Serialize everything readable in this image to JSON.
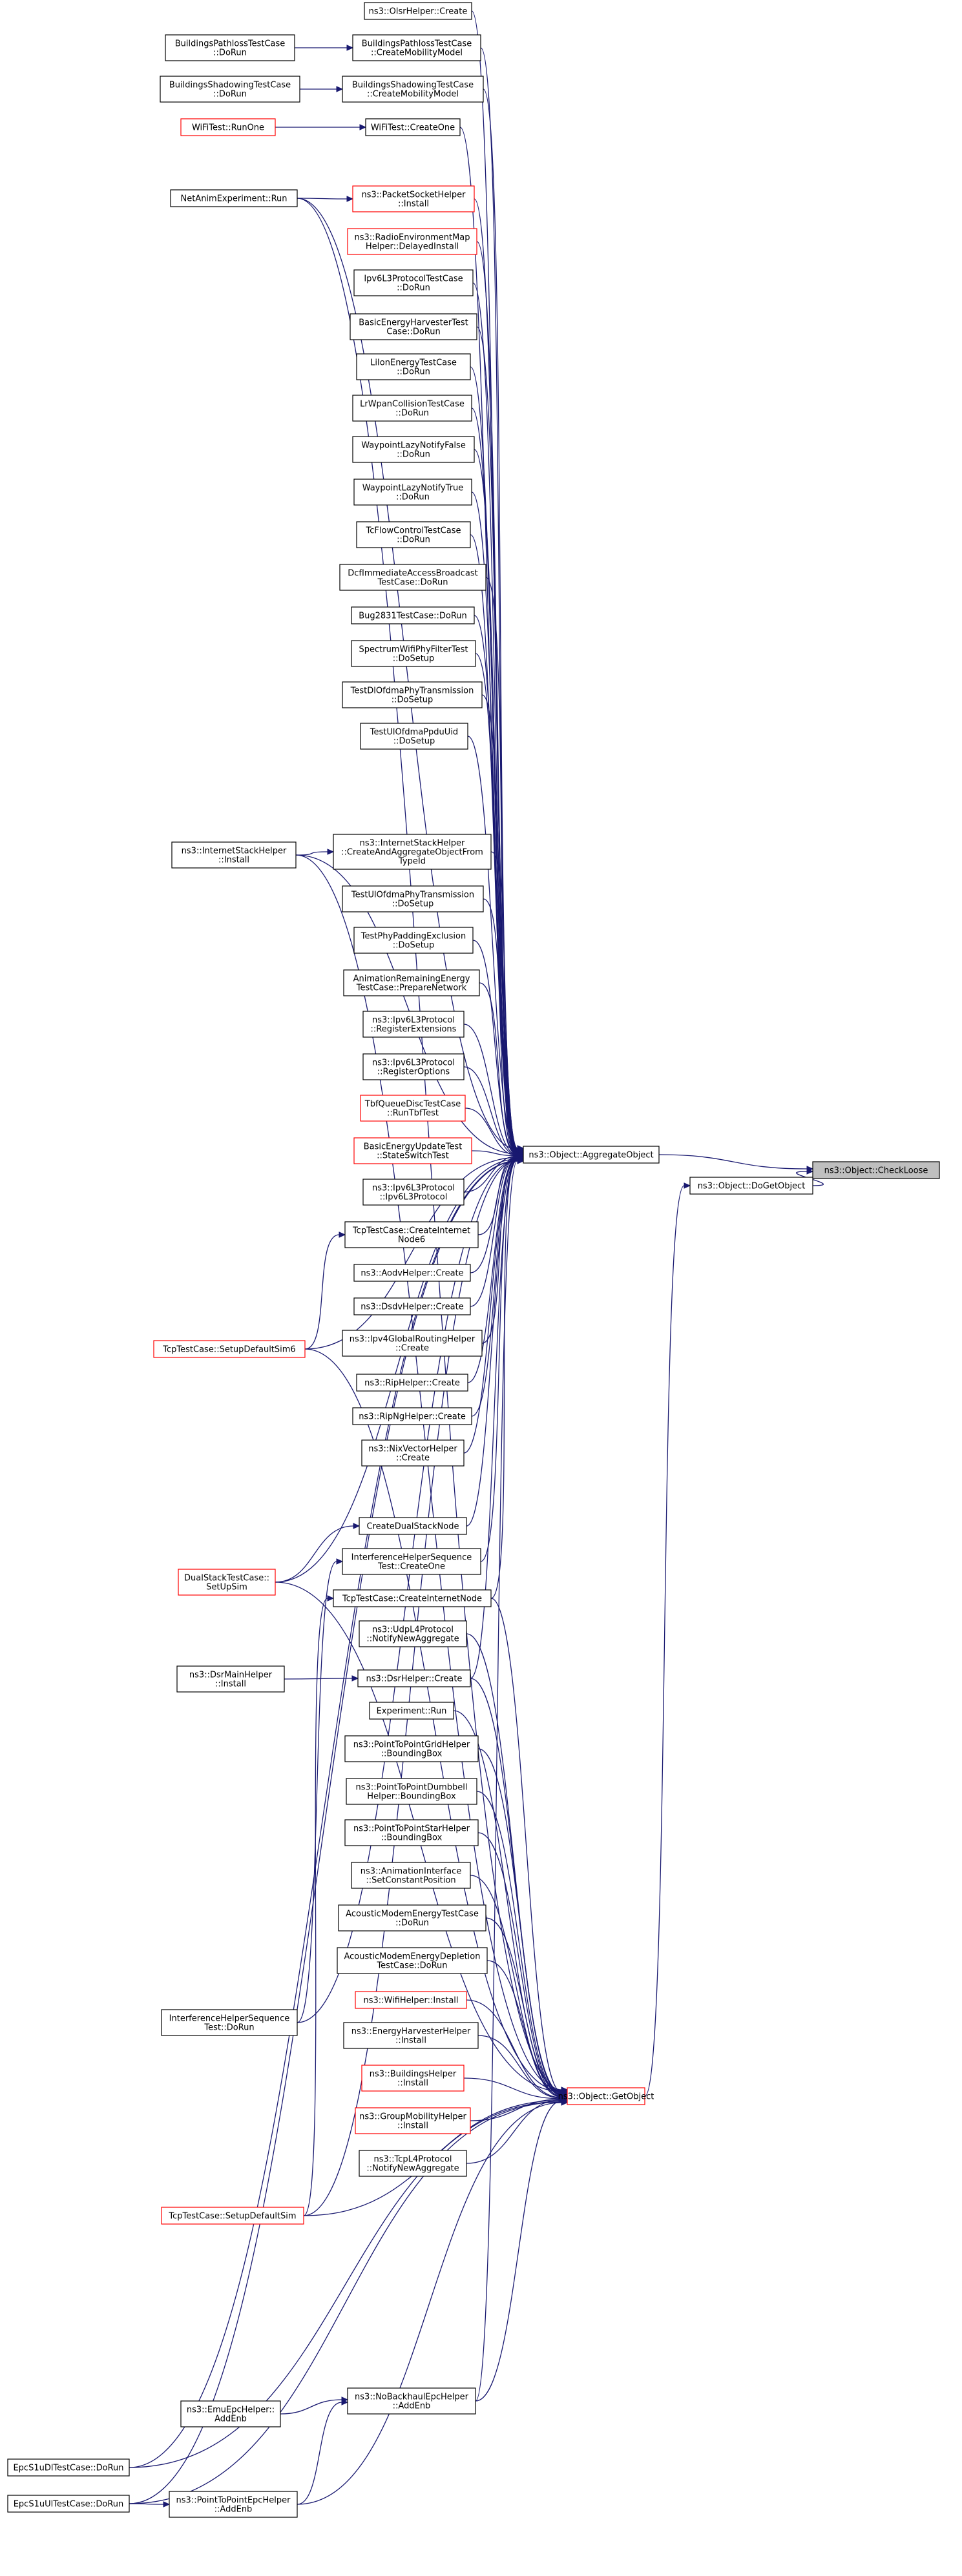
{
  "title": "ns3::Object::CheckLoose",
  "nodes": [
    {
      "id": "checkloose",
      "label": [
        "ns3::Object::CheckLoose"
      ],
      "style": "focus"
    },
    {
      "id": "dogetobject",
      "label": [
        "ns3::Object::DoGetObject"
      ],
      "style": "normal"
    },
    {
      "id": "aggregate",
      "label": [
        "ns3::Object::AggregateObject"
      ],
      "style": "normal"
    },
    {
      "id": "getobject",
      "label": [
        "ns3::Object::GetObject"
      ],
      "style": "red"
    },
    {
      "id": "olsr",
      "label": [
        "ns3::OlsrHelper::Create"
      ],
      "style": "normal"
    },
    {
      "id": "bpl_cmm",
      "label": [
        "BuildingsPathlossTestCase",
        "::CreateMobilityModel"
      ],
      "style": "normal"
    },
    {
      "id": "bpl_dorun",
      "label": [
        "BuildingsPathlossTestCase",
        "::DoRun"
      ],
      "style": "normal"
    },
    {
      "id": "bsh_cmm",
      "label": [
        "BuildingsShadowingTestCase",
        "::CreateMobilityModel"
      ],
      "style": "normal"
    },
    {
      "id": "bsh_dorun",
      "label": [
        "BuildingsShadowingTestCase",
        "::DoRun"
      ],
      "style": "normal"
    },
    {
      "id": "wifi_createone",
      "label": [
        "WiFiTest::CreateOne"
      ],
      "style": "normal"
    },
    {
      "id": "wifi_runone",
      "label": [
        "WiFiTest::RunOne"
      ],
      "style": "red"
    },
    {
      "id": "netanim",
      "label": [
        "NetAnimExperiment::Run"
      ],
      "style": "normal"
    },
    {
      "id": "packetsocket",
      "label": [
        "ns3::PacketSocketHelper",
        "::Install"
      ],
      "style": "red"
    },
    {
      "id": "radioenv",
      "label": [
        "ns3::RadioEnvironmentMap",
        "Helper::DelayedInstall"
      ],
      "style": "red"
    },
    {
      "id": "ipv6l3test",
      "label": [
        "Ipv6L3ProtocolTestCase",
        "::DoRun"
      ],
      "style": "normal"
    },
    {
      "id": "basicharv",
      "label": [
        "BasicEnergyHarvesterTest",
        "Case::DoRun"
      ],
      "style": "normal"
    },
    {
      "id": "liion",
      "label": [
        "LiIonEnergyTestCase",
        "::DoRun"
      ],
      "style": "normal"
    },
    {
      "id": "lrwpan",
      "label": [
        "LrWpanCollisionTestCase",
        "::DoRun"
      ],
      "style": "normal"
    },
    {
      "id": "waylazyfalse",
      "label": [
        "WaypointLazyNotifyFalse",
        "::DoRun"
      ],
      "style": "normal"
    },
    {
      "id": "waylazytrue",
      "label": [
        "WaypointLazyNotifyTrue",
        "::DoRun"
      ],
      "style": "normal"
    },
    {
      "id": "tcflow",
      "label": [
        "TcFlowControlTestCase",
        "::DoRun"
      ],
      "style": "normal"
    },
    {
      "id": "dcfimm",
      "label": [
        "DcfImmediateAccessBroadcast",
        "TestCase::DoRun"
      ],
      "style": "normal"
    },
    {
      "id": "bug2831",
      "label": [
        "Bug2831TestCase::DoRun"
      ],
      "style": "normal"
    },
    {
      "id": "spectrumwifi",
      "label": [
        "SpectrumWifiPhyFilterTest",
        "::DoSetup"
      ],
      "style": "normal"
    },
    {
      "id": "testdlofdma",
      "label": [
        "TestDlOfdmaPhyTransmission",
        "::DoSetup"
      ],
      "style": "normal"
    },
    {
      "id": "testulofdmappdu",
      "label": [
        "TestUlOfdmaPpduUid",
        "::DoSetup"
      ],
      "style": "normal"
    },
    {
      "id": "inetstack",
      "label": [
        "ns3::InternetStackHelper",
        "::Install"
      ],
      "style": "normal"
    },
    {
      "id": "inetstack_create",
      "label": [
        "ns3::InternetStackHelper",
        "::CreateAndAggregateObjectFrom",
        "TypeId"
      ],
      "style": "normal"
    },
    {
      "id": "testulofdmaphy",
      "label": [
        "TestUlOfdmaPhyTransmission",
        "::DoSetup"
      ],
      "style": "normal"
    },
    {
      "id": "testphypad",
      "label": [
        "TestPhyPaddingExclusion",
        "::DoSetup"
      ],
      "style": "normal"
    },
    {
      "id": "animremain",
      "label": [
        "AnimationRemainingEnergy",
        "TestCase::PrepareNetwork"
      ],
      "style": "normal"
    },
    {
      "id": "ipv6regext",
      "label": [
        "ns3::Ipv6L3Protocol",
        "::RegisterExtensions"
      ],
      "style": "normal"
    },
    {
      "id": "ipv6regopt",
      "label": [
        "ns3::Ipv6L3Protocol",
        "::RegisterOptions"
      ],
      "style": "normal"
    },
    {
      "id": "tbfqueue",
      "label": [
        "TbfQueueDiscTestCase",
        "::RunTbfTest"
      ],
      "style": "red"
    },
    {
      "id": "basicenergyupd",
      "label": [
        "BasicEnergyUpdateTest",
        "::StateSwitchTest"
      ],
      "style": "red"
    },
    {
      "id": "ipv6ctor",
      "label": [
        "ns3::Ipv6L3Protocol",
        "::Ipv6L3Protocol"
      ],
      "style": "normal"
    },
    {
      "id": "tcp_createinet6",
      "label": [
        "TcpTestCase::CreateInternet",
        "Node6"
      ],
      "style": "normal"
    },
    {
      "id": "tcp_setupdefault6",
      "label": [
        "TcpTestCase::SetupDefaultSim6"
      ],
      "style": "red"
    },
    {
      "id": "aodv",
      "label": [
        "ns3::AodvHelper::Create"
      ],
      "style": "normal"
    },
    {
      "id": "dsdv",
      "label": [
        "ns3::DsdvHelper::Create"
      ],
      "style": "normal"
    },
    {
      "id": "ipv4global",
      "label": [
        "ns3::Ipv4GlobalRoutingHelper",
        "::Create"
      ],
      "style": "normal"
    },
    {
      "id": "rip",
      "label": [
        "ns3::RipHelper::Create"
      ],
      "style": "normal"
    },
    {
      "id": "ripng",
      "label": [
        "ns3::RipNgHelper::Create"
      ],
      "style": "normal"
    },
    {
      "id": "nixvector",
      "label": [
        "ns3::NixVectorHelper",
        "::Create"
      ],
      "style": "normal"
    },
    {
      "id": "createdualstack",
      "label": [
        "CreateDualStackNode"
      ],
      "style": "normal"
    },
    {
      "id": "dualstack_setup",
      "label": [
        "DualStackTestCase::",
        "SetUpSim"
      ],
      "style": "red"
    },
    {
      "id": "interfseq_createone",
      "label": [
        "InterferenceHelperSequence",
        "Test::CreateOne"
      ],
      "style": "normal"
    },
    {
      "id": "tcp_createinet",
      "label": [
        "TcpTestCase::CreateInternetNode"
      ],
      "style": "normal"
    },
    {
      "id": "udpl4",
      "label": [
        "ns3::UdpL4Protocol",
        "::NotifyNewAggregate"
      ],
      "style": "normal"
    },
    {
      "id": "dsrmain",
      "label": [
        "ns3::DsrMainHelper",
        "::Install"
      ],
      "style": "normal"
    },
    {
      "id": "dsrhelper",
      "label": [
        "ns3::DsrHelper::Create"
      ],
      "style": "normal"
    },
    {
      "id": "experiment",
      "label": [
        "Experiment::Run"
      ],
      "style": "normal"
    },
    {
      "id": "p2pgrid",
      "label": [
        "ns3::PointToPointGridHelper",
        "::BoundingBox"
      ],
      "style": "normal"
    },
    {
      "id": "p2pdumbbell",
      "label": [
        "ns3::PointToPointDumbbell",
        "Helper::BoundingBox"
      ],
      "style": "normal"
    },
    {
      "id": "p2pstar",
      "label": [
        "ns3::PointToPointStarHelper",
        "::BoundingBox"
      ],
      "style": "normal"
    },
    {
      "id": "animiface",
      "label": [
        "ns3::AnimationInterface",
        "::SetConstantPosition"
      ],
      "style": "normal"
    },
    {
      "id": "acousticenergy",
      "label": [
        "AcousticModemEnergyTestCase",
        "::DoRun"
      ],
      "style": "normal"
    },
    {
      "id": "acousticdepletion",
      "label": [
        "AcousticModemEnergyDepletion",
        "TestCase::DoRun"
      ],
      "style": "normal"
    },
    {
      "id": "wifihelper",
      "label": [
        "ns3::WifiHelper::Install"
      ],
      "style": "red"
    },
    {
      "id": "energyharv",
      "label": [
        "ns3::EnergyHarvesterHelper",
        "::Install"
      ],
      "style": "normal"
    },
    {
      "id": "interfseq_dorun",
      "label": [
        "InterferenceHelperSequence",
        "Test::DoRun"
      ],
      "style": "normal"
    },
    {
      "id": "buildingshelper",
      "label": [
        "ns3::BuildingsHelper",
        "::Install"
      ],
      "style": "red"
    },
    {
      "id": "groupmobility",
      "label": [
        "ns3::GroupMobilityHelper",
        "::Install"
      ],
      "style": "red"
    },
    {
      "id": "tcpl4",
      "label": [
        "ns3::TcpL4Protocol",
        "::NotifyNewAggregate"
      ],
      "style": "normal"
    },
    {
      "id": "tcp_setupdefault",
      "label": [
        "TcpTestCase::SetupDefaultSim"
      ],
      "style": "red"
    },
    {
      "id": "emuepc",
      "label": [
        "ns3::EmuEpcHelper::",
        "AddEnb"
      ],
      "style": "normal"
    },
    {
      "id": "nobackhaul",
      "label": [
        "ns3::NoBackhaulEpcHelper",
        "::AddEnb"
      ],
      "style": "normal"
    },
    {
      "id": "epcs1udl",
      "label": [
        "EpcS1uDlTestCase::DoRun"
      ],
      "style": "normal"
    },
    {
      "id": "epcs1uul",
      "label": [
        "EpcS1uUlTestCase::DoRun"
      ],
      "style": "normal"
    },
    {
      "id": "p2pepc",
      "label": [
        "ns3::PointToPointEpcHelper",
        "::AddEnb"
      ],
      "style": "normal"
    }
  ],
  "edges": [
    [
      "dogetobject",
      "checkloose"
    ],
    [
      "aggregate",
      "checkloose"
    ],
    [
      "getobject",
      "dogetobject"
    ],
    [
      "olsr",
      "aggregate"
    ],
    [
      "bpl_cmm",
      "aggregate"
    ],
    [
      "bsh_cmm",
      "aggregate"
    ],
    [
      "wifi_createone",
      "aggregate"
    ],
    [
      "netanim",
      "aggregate"
    ],
    [
      "packetsocket",
      "aggregate"
    ],
    [
      "radioenv",
      "aggregate"
    ],
    [
      "ipv6l3test",
      "aggregate"
    ],
    [
      "basicharv",
      "aggregate"
    ],
    [
      "liion",
      "aggregate"
    ],
    [
      "lrwpan",
      "aggregate"
    ],
    [
      "waylazyfalse",
      "aggregate"
    ],
    [
      "waylazytrue",
      "aggregate"
    ],
    [
      "tcflow",
      "aggregate"
    ],
    [
      "dcfimm",
      "aggregate"
    ],
    [
      "bug2831",
      "aggregate"
    ],
    [
      "spectrumwifi",
      "aggregate"
    ],
    [
      "testdlofdma",
      "aggregate"
    ],
    [
      "testulofdmappdu",
      "aggregate"
    ],
    [
      "epcs1udl",
      "aggregate"
    ],
    [
      "inetstack",
      "aggregate"
    ],
    [
      "inetstack_create",
      "aggregate"
    ],
    [
      "testulofdmaphy",
      "aggregate"
    ],
    [
      "testphypad",
      "aggregate"
    ],
    [
      "animremain",
      "aggregate"
    ],
    [
      "ipv6regext",
      "aggregate"
    ],
    [
      "ipv6regopt",
      "aggregate"
    ],
    [
      "tbfqueue",
      "aggregate"
    ],
    [
      "basicenergyupd",
      "aggregate"
    ],
    [
      "ipv6ctor",
      "aggregate"
    ],
    [
      "tcp_createinet6",
      "aggregate"
    ],
    [
      "aodv",
      "aggregate"
    ],
    [
      "dsdv",
      "aggregate"
    ],
    [
      "ipv4global",
      "aggregate"
    ],
    [
      "rip",
      "aggregate"
    ],
    [
      "ripng",
      "aggregate"
    ],
    [
      "nixvector",
      "aggregate"
    ],
    [
      "createdualstack",
      "aggregate"
    ],
    [
      "interfseq_createone",
      "aggregate"
    ],
    [
      "tcp_createinet",
      "aggregate"
    ],
    [
      "dsrhelper",
      "aggregate"
    ],
    [
      "tcp_setupdefault6",
      "aggregate"
    ],
    [
      "dualstack_setup",
      "aggregate"
    ],
    [
      "interfseq_dorun",
      "aggregate"
    ],
    [
      "tcp_setupdefault",
      "aggregate"
    ],
    [
      "nobackhaul",
      "aggregate"
    ],
    [
      "epcs1uul",
      "aggregate"
    ],
    [
      "netanim",
      "getobject"
    ],
    [
      "inetstack",
      "getobject"
    ],
    [
      "udpl4",
      "getobject"
    ],
    [
      "dsrhelper",
      "getobject"
    ],
    [
      "experiment",
      "getobject"
    ],
    [
      "p2pgrid",
      "getobject"
    ],
    [
      "p2pdumbbell",
      "getobject"
    ],
    [
      "p2pstar",
      "getobject"
    ],
    [
      "animiface",
      "getobject"
    ],
    [
      "acousticenergy",
      "getobject"
    ],
    [
      "acousticdepletion",
      "getobject"
    ],
    [
      "wifihelper",
      "getobject"
    ],
    [
      "energyharv",
      "getobject"
    ],
    [
      "buildingshelper",
      "getobject"
    ],
    [
      "groupmobility",
      "getobject"
    ],
    [
      "tcpl4",
      "getobject"
    ],
    [
      "tcp_setupdefault6",
      "getobject"
    ],
    [
      "dualstack_setup",
      "getobject"
    ],
    [
      "tcp_setupdefault",
      "getobject"
    ],
    [
      "nobackhaul",
      "getobject"
    ],
    [
      "p2pepc",
      "getobject"
    ],
    [
      "epcs1udl",
      "getobject"
    ],
    [
      "epcs1uul",
      "getobject"
    ],
    [
      "tcp_createinet",
      "getobject"
    ],
    [
      "bpl_dorun",
      "bpl_cmm"
    ],
    [
      "bsh_dorun",
      "bsh_cmm"
    ],
    [
      "wifi_runone",
      "wifi_createone"
    ],
    [
      "netanim",
      "packetsocket"
    ],
    [
      "inetstack",
      "inetstack_create"
    ],
    [
      "tcp_setupdefault6",
      "tcp_createinet6"
    ],
    [
      "dualstack_setup",
      "createdualstack"
    ],
    [
      "interfseq_dorun",
      "interfseq_createone"
    ],
    [
      "tcp_setupdefault",
      "tcp_createinet"
    ],
    [
      "dsrmain",
      "dsrhelper"
    ],
    [
      "emuepc",
      "nobackhaul"
    ],
    [
      "p2pepc",
      "nobackhaul"
    ],
    [
      "epcs1uul",
      "p2pepc"
    ]
  ]
}
